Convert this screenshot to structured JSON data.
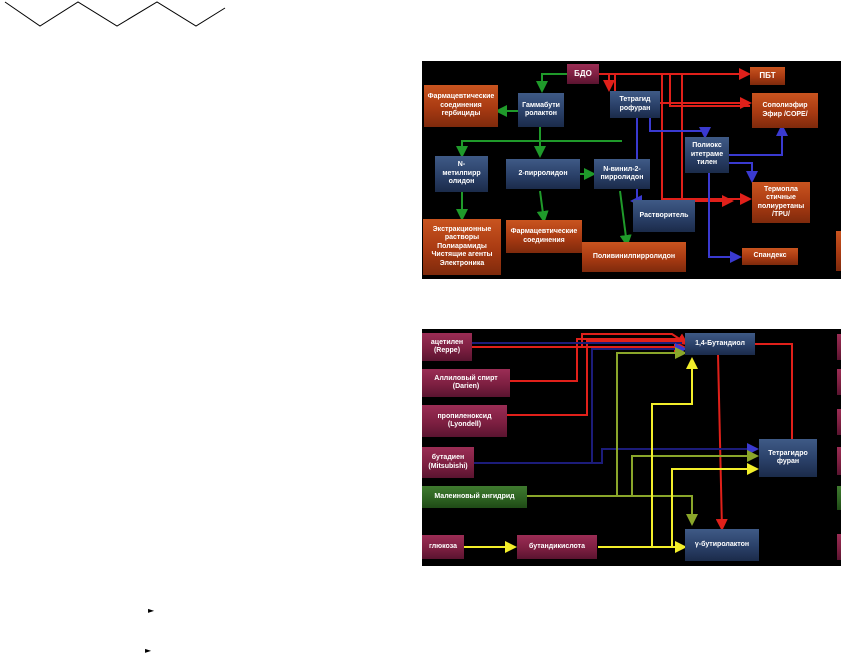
{
  "colors": {
    "red": "#e0201a",
    "green": "#1f9a2a",
    "blue": "#3a3ad0",
    "yellow": "#f2ee2a",
    "olive": "#8aa62a",
    "navy": "#1c1c7a"
  },
  "diagram1": {
    "bdo": "БДО",
    "pbt": "ПБТ",
    "pharma_herb": "Фармацевтические\nсоединения\nгербициды",
    "gbl": "Гаммабути\nролактон",
    "thf": "Тетрагид\nрофуран",
    "copolyester": "Сополиэфир\nЭфир /COPE/",
    "polyoxy": "Полиокс\nитетраме\nтилен",
    "nmp": "N-\nметилпирр\nолидон",
    "pyrrolidone": "2-пирролидон",
    "nvp": "N-винил-2-\nпирролидон",
    "tpu": "Термопла\nстичные\nполиуретаны\n/TPU/",
    "solvent": "Растворитель",
    "extract": "Экстракционные\nрастворы\nПолиарамиды\nЧистящие агенты\nЭлектроника",
    "pharma2": "Фармацевтические\nсоединения",
    "pvp": "Поливинилпирролидон",
    "spandex": "Спандекс"
  },
  "diagram2": {
    "acetylene": "ацетилен\n(Reppe)",
    "allyl": "Аллиловый спирт\n(Darien)",
    "propylene_oxide": "пропиленоксид\n(Lyondell)",
    "butadiene": "бутадиен\n(Mitsubishi)",
    "maleic": "Малеиновый ангидрид",
    "glucose": "глюкоза",
    "succinic": "бутандикислота",
    "butanediol": "1,4-Бутандиол",
    "thf": "Тетрагидро\nфуран",
    "gbl": "γ-бутиролактон"
  },
  "bullets": [
    "►",
    "►"
  ]
}
